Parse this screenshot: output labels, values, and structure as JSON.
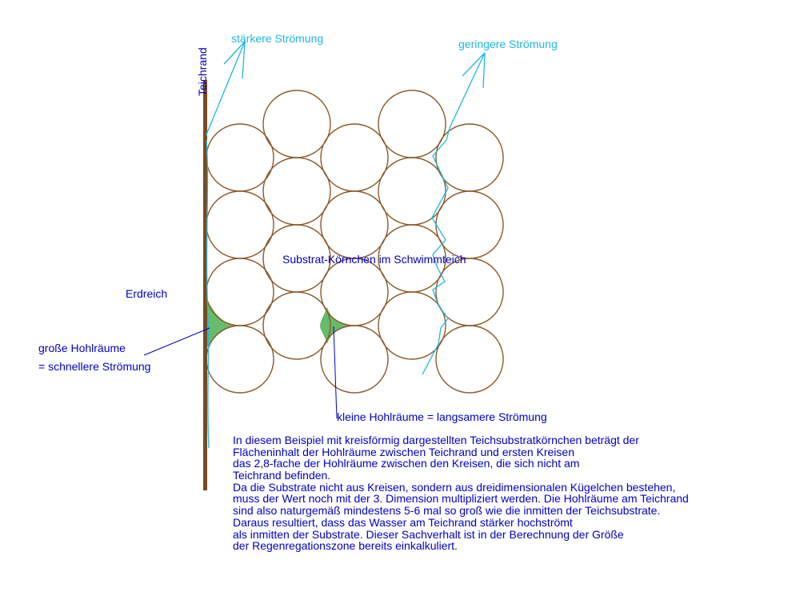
{
  "colors": {
    "circle": "#8b5a2b",
    "wall": "#7a4a1e",
    "label": "#0000cc",
    "flow": "#1eb8e0",
    "cavity": "#4caf50"
  },
  "labels": {
    "wall": "Teichrand",
    "strong_flow": "stärkere Strömung",
    "weak_flow": "geringere Strömung",
    "soil": "Erdreich",
    "substrate": "Substrat-Körnchen im Schwimmteich",
    "large_voids": "große Hohlräume",
    "faster_flow": "= schnellere Strömung",
    "small_voids": "kleine Hohlräume = langsamere Strömung"
  },
  "description": [
    "In diesem Beispiel mit kreisförmig dargestellten Teichsubstratkörnchen beträgt der",
    "Flächeninhalt der Hohlräume zwischen Teichrand und ersten Kreisen",
    "das 2,8-fache der Hohlräume zwischen den Kreisen, die sich nicht am",
    "Teichrand befinden.",
    "Da die Substrate nicht aus Kreisen, sondern aus dreidimensionalen Kügelchen bestehen,",
    "muss der Wert noch mit der 3. Dimension multipliziert werden. Die Hohlräume am Teichrand",
    "sind also naturgemäß mindestens 5-6 mal so groß wie die inmitten der Teichsubstrate.",
    "Daraus resultiert, dass das Wasser am Teichrand stärker hochströmt",
    "als inmitten der Substrate. Dieser Sachverhalt ist in der Berechnung der Größe",
    "der Regenregationszone bereits einkalkuliert."
  ]
}
